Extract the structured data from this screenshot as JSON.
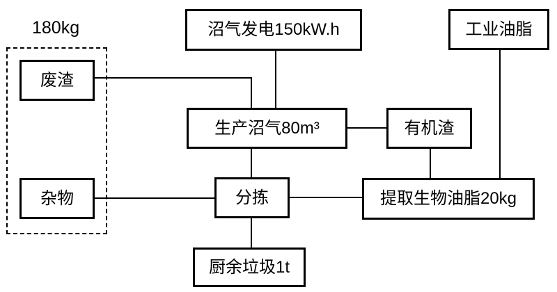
{
  "diagram": {
    "background": "#ffffff",
    "line_color": "#000000",
    "group": {
      "label": "180kg",
      "style": "dashed",
      "contains": [
        "废渣",
        "杂物"
      ]
    },
    "nodes": {
      "biogas_power": {
        "label": "沼气发电150kW.h"
      },
      "industrial_grease": {
        "label": "工业油脂"
      },
      "waste_residue": {
        "label": "废渣"
      },
      "produce_biogas": {
        "label": "生产沼气80m³"
      },
      "organic_residue": {
        "label": "有机渣"
      },
      "sundries": {
        "label": "杂物"
      },
      "sorting": {
        "label": "分拣"
      },
      "extract_bio_grease": {
        "label": "提取生物油脂20kg"
      },
      "kitchen_waste": {
        "label": "厨余垃圾1t"
      }
    },
    "edges": [
      {
        "from": "废渣",
        "to": "生产沼气80m³"
      },
      {
        "from": "沼气发电150kW.h",
        "to": "生产沼气80m³"
      },
      {
        "from": "生产沼气80m³",
        "to": "有机渣"
      },
      {
        "from": "生产沼气80m³",
        "to": "分拣"
      },
      {
        "from": "有机渣",
        "to": "提取生物油脂20kg"
      },
      {
        "from": "工业油脂",
        "to": "提取生物油脂20kg"
      },
      {
        "from": "杂物",
        "to": "分拣"
      },
      {
        "from": "分拣",
        "to": "提取生物油脂20kg"
      },
      {
        "from": "分拣",
        "to": "厨余垃圾1t"
      }
    ]
  }
}
